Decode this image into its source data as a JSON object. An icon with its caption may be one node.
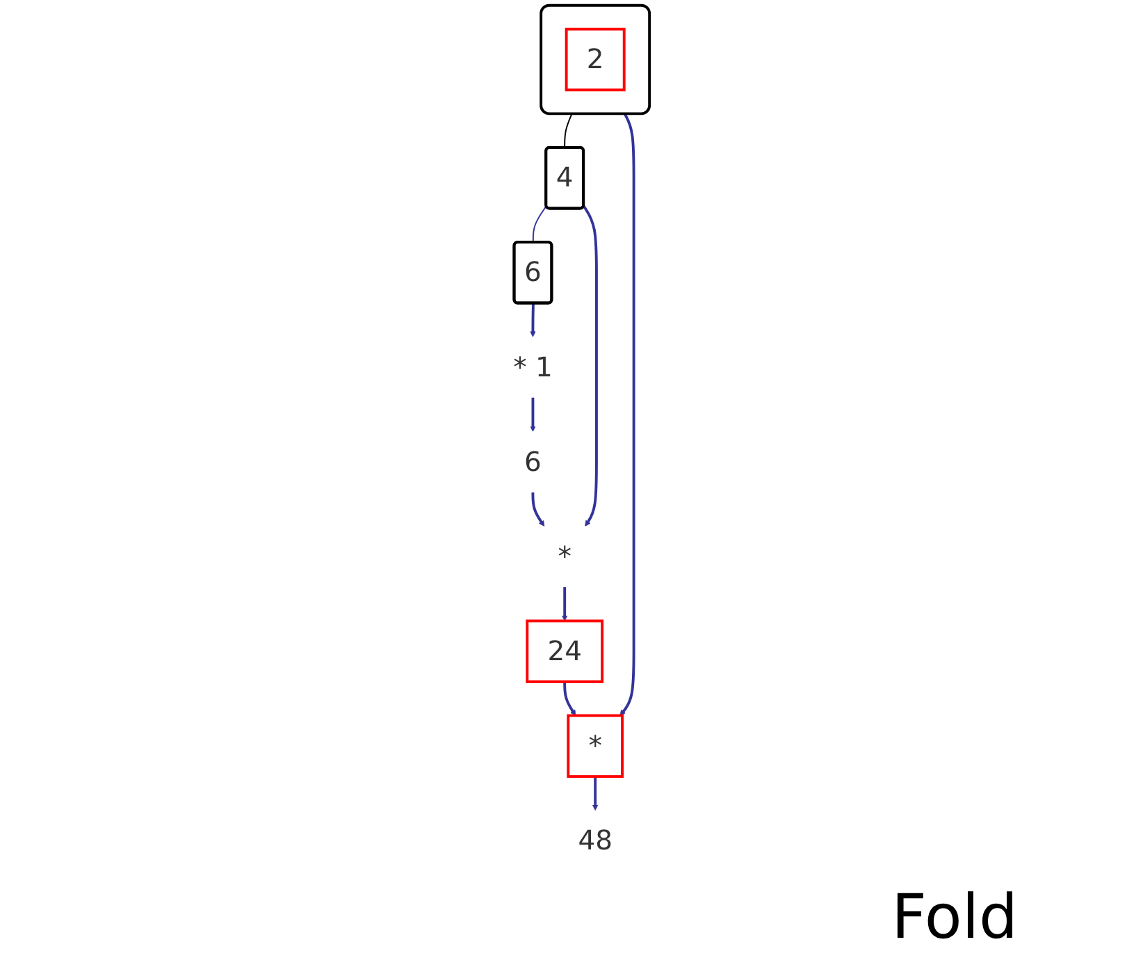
{
  "diagram": {
    "nodes": [
      {
        "text": [],
        "shape": "box"
      },
      {
        "text": [
          "2"
        ],
        "in": 0
      },
      {
        "text": [
          "4"
        ]
      },
      {
        "text": [
          "6"
        ]
      },
      {
        "text": [
          "*"
        ]
      },
      {
        "text": [
          "* 1"
        ]
      },
      {
        "text": [
          "6"
        ]
      },
      {
        "text": [
          "*"
        ]
      },
      {
        "text": [
          "24"
        ]
      },
      {
        "text": [
          "48"
        ]
      }
    ],
    "edges": [
      {
        "from": 0,
        "to": 2,
        "arrow": "none",
        "color": "#000000"
      },
      {
        "from": 2,
        "to": 3,
        "arrow": "none"
      },
      {
        "from": 3,
        "to": 5,
        "arrow": "to"
      },
      {
        "from": 5,
        "to": 6,
        "arrow": "to"
      },
      {
        "from": 6,
        "to": 4,
        "arrow": "to"
      },
      {
        "from": 2,
        "to": 4,
        "arrow": "to"
      },
      {
        "from": 4,
        "to": 8,
        "arrow": "to"
      },
      {
        "from": 8,
        "to": 7,
        "arrow": "to"
      },
      {
        "from": 0,
        "to": 7,
        "arrow": "to"
      },
      {
        "from": 7,
        "to": 9,
        "arrow": "to"
      }
    ],
    "labels": [
      "Fold"
    ]
  }
}
